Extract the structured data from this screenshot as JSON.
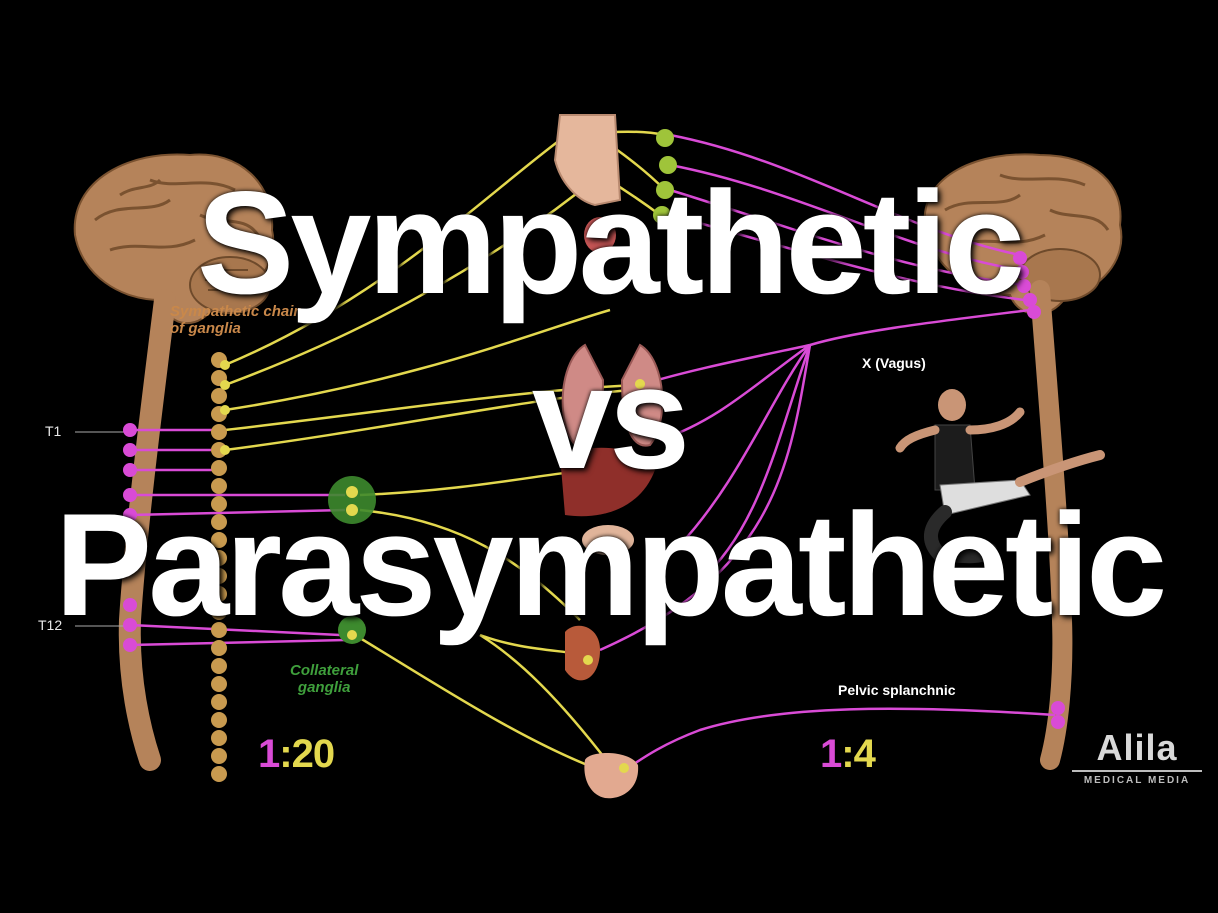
{
  "title": {
    "line1": "Sympathetic",
    "line2": "vs",
    "line3": "Parasympathetic"
  },
  "labels": {
    "chain_ganglia_line1": "Sympathetic chain",
    "chain_ganglia_line2": "of ganglia",
    "t1": "T1",
    "t12": "T12",
    "collateral_line1": "Collateral",
    "collateral_line2": "ganglia",
    "vagus": "X (Vagus)",
    "pelvic": "Pelvic splanchnic"
  },
  "ratios": {
    "sympathetic": {
      "pre": "1",
      "sep": ":",
      "post": "20"
    },
    "parasympathetic": {
      "pre": "1",
      "sep": ":",
      "post": "4"
    }
  },
  "logo": {
    "main": "Alila",
    "sub": "MEDICAL MEDIA"
  },
  "colors": {
    "sympathetic_fiber": "#e3d84e",
    "parasympathetic_fiber": "#d94bd6",
    "chain_ganglion": "#c89a4f",
    "collateral_label": "#3f9f3c",
    "chain_label": "#c9884a",
    "brain": "#b5835a",
    "background": "#000000"
  }
}
